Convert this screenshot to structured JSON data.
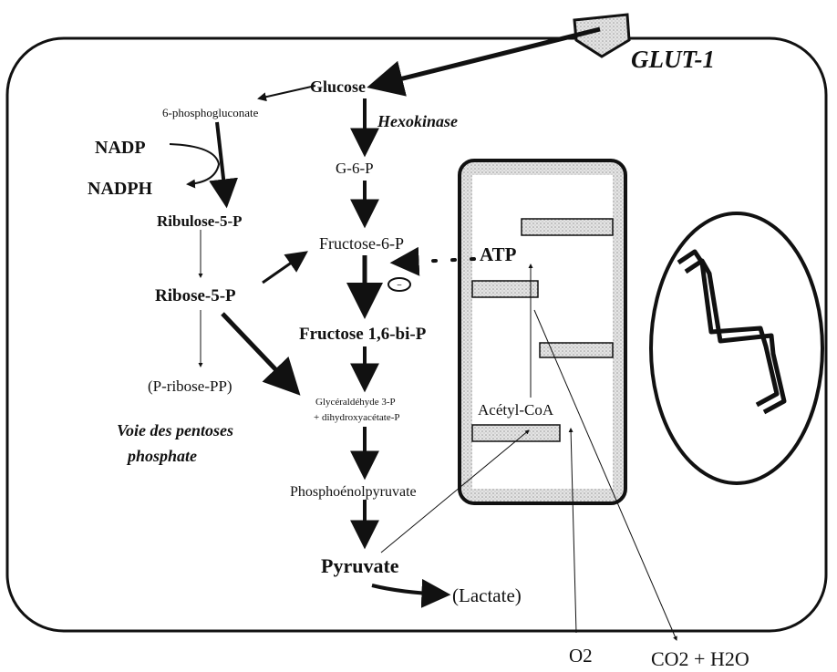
{
  "labels": {
    "glut1": "GLUT-1",
    "glucose": "Glucose",
    "hexokinase": "Hexokinase",
    "g6p": "G-6-P",
    "fructose6p": "Fructose-6-P",
    "fructose16bip": "Fructose 1,6-bi-P",
    "glyceraldehyde_line1": "Glycéraldéhyde 3-P",
    "glyceraldehyde_line2": "+ dihydroxyacétate-P",
    "pep": "Phosphoénolpyruvate",
    "pyruvate": "Pyruvate",
    "lactate": "(Lactate)",
    "phosphogluconate": "6-phosphogluconate",
    "nadp": "NADP",
    "nadph": "NADPH",
    "ribulose5p": "Ribulose-5-P",
    "ribose5p": "Ribose-5-P",
    "pribosepp": "(P-ribose-PP)",
    "pentose_line1": "Voie des pentoses",
    "pentose_line2": "phosphate",
    "atp": "ATP",
    "acetylcoa": "Acétyl-CoA",
    "o2": "O2",
    "co2_h2o": "CO2 + H2O"
  },
  "colors": {
    "ink": "#111111",
    "shading": "#d9d9d9",
    "background": "#ffffff"
  }
}
